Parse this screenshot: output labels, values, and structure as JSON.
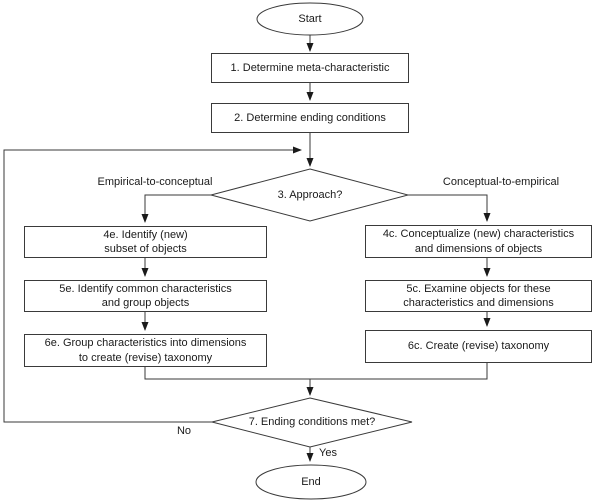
{
  "flowchart": {
    "title_hint": "Taxonomy development method flowchart",
    "terminals": {
      "start": "Start",
      "end": "End"
    },
    "steps": {
      "step1": "1. Determine meta-characteristic",
      "step2": "2. Determine ending conditions",
      "decision3": "3. Approach?",
      "step4e": "4e. Identify (new)\nsubset of objects",
      "step5e": "5e. Identify common characteristics\nand group objects",
      "step6e": "6e. Group characteristics into dimensions\nto create (revise) taxonomy",
      "step4c": "4c. Conceptualize (new) characteristics\nand dimensions of objects",
      "step5c": "5c. Examine objects for these\ncharacteristics and dimensions",
      "step6c": "6c. Create (revise) taxonomy",
      "decision7": "7. Ending conditions met?"
    },
    "edge_labels": {
      "branch_left": "Empirical-to-conceptual",
      "branch_right": "Conceptual-to-empirical",
      "no": "No",
      "yes": "Yes"
    },
    "colors": {
      "line": "#3a3a3a",
      "arrowhead": "#1a1a1a",
      "background": "#ffffff",
      "text": "#1a1a1a"
    }
  }
}
